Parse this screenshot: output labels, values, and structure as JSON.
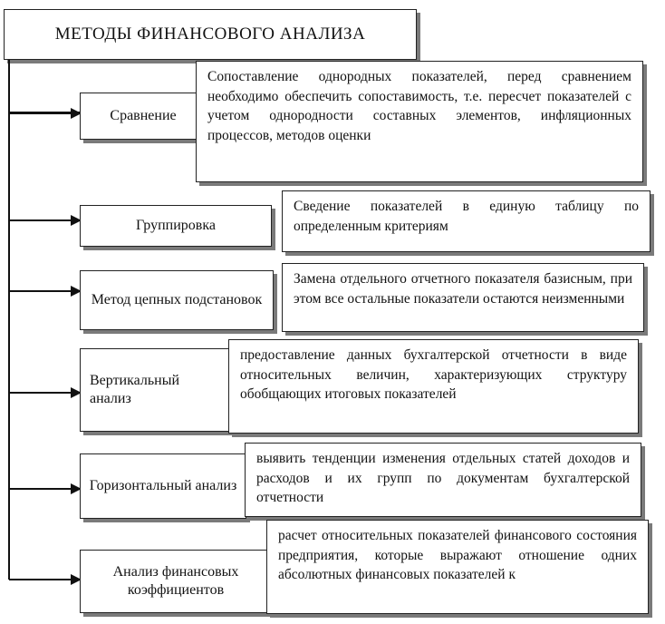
{
  "title": "МЕТОДЫ ФИНАНСОВОГО АНАЛИЗА",
  "methods": [
    {
      "name": "Сравнение",
      "description": "Сопоставление однородных показателей, перед сравнением необходимо обеспечить сопоставимость, т.е. пересчет показателей с учетом однородности составных элементов, инфляционных процессов, методов оценки"
    },
    {
      "name": "Группировка",
      "description": "Сведение показателей в единую таблицу по определенным критериям"
    },
    {
      "name": "Метод цепных подстановок",
      "description": "Замена отдельного отчетного показателя базисным, при этом все остальные показатели остаются неизменными"
    },
    {
      "name": "Вертикальный анализ",
      "description": "предоставление данных бухгалтерской отчетности в виде относительных величин, характеризующих структуру обобщающих итоговых показателей"
    },
    {
      "name": "Горизонтальный анализ",
      "description": "выявить тенденции изменения отдельных статей доходов и расходов и их групп по документам бухгалтерской отчетности"
    },
    {
      "name": "Анализ финансовых коэффициентов",
      "description": "расчет относительных показателей финансового состояния предприятия, которые выражают отношение одних абсолютных финансовых показателей к"
    }
  ]
}
